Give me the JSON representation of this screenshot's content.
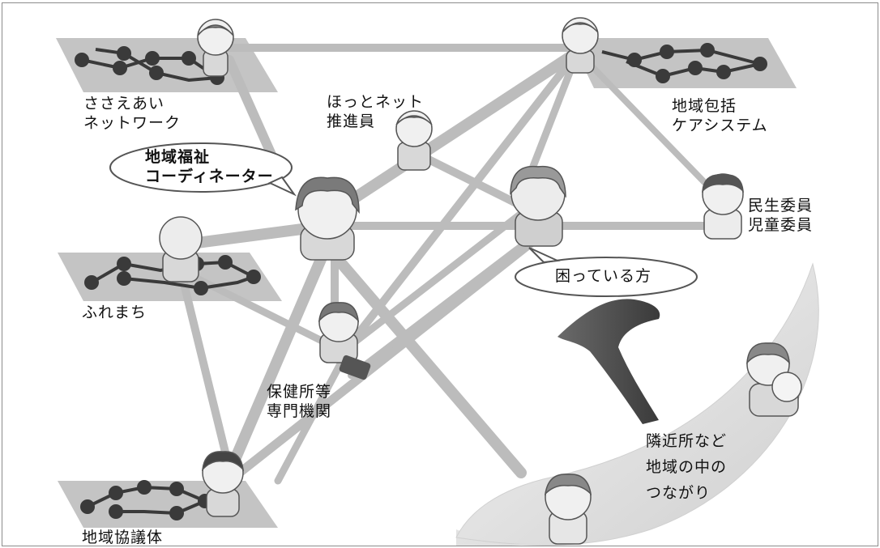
{
  "labels": {
    "sasaeai": "ささえあい\nネットワーク",
    "hotto": "ほっとネット\n推進員",
    "chiiki_houkatsu": "地域包括\nケアシステム",
    "coordinator": "地域福祉\nコーディネーター",
    "minsei": "民生委員\n児童委員",
    "komatte": "困っている方",
    "furemachi": "ふれまち",
    "hokenjo": "保健所等\n専門機関",
    "rinkinjo": "隣近所など\n地域の中の\nつながり",
    "kyougitai": "地域協議体"
  },
  "colors": {
    "link": "#bdbdbd",
    "platform": "#bfbfbf",
    "node": "#3a3a3a",
    "arrow": "#5a5a5a",
    "arc": "#e0e0e0"
  }
}
